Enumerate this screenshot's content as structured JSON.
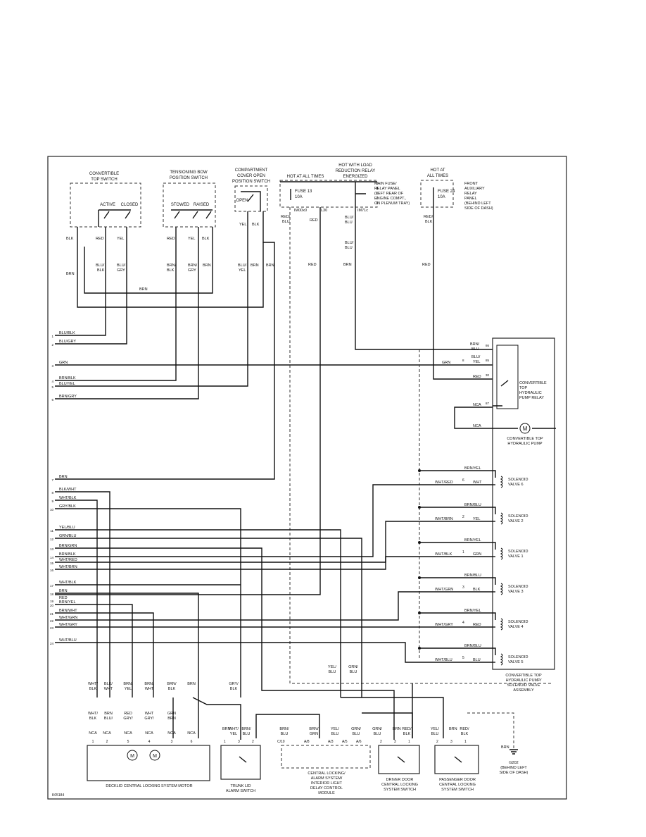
{
  "diagram": {
    "figure_id": "K05184",
    "fuses": {
      "fuse13": {
        "heading": "HOT AT ALL TIMES",
        "label": [
          "FUSE 13",
          "10A"
        ]
      },
      "load_relay": {
        "heading": [
          "HOT WITH LOAD",
          "REDUCTION RELAY",
          "ENERGIZED"
        ]
      },
      "main_panel": [
        "MAIN FUSE/",
        "RELAY PANEL",
        "(LEFT REAR OF",
        "ENGINE COMPT.,",
        "ON PLENUM TRAY)"
      ],
      "fuse24": {
        "heading": [
          "HOT AT",
          "ALL TIMES"
        ],
        "label": [
          "FUSE 24",
          "10A"
        ]
      },
      "aux_panel": [
        "FRONT",
        "AUXILIARY",
        "RELAY",
        "PANEL",
        "(BEHIND LEFT",
        "SIDE OF DASH)"
      ],
      "terminals": [
        "IM00x0",
        "L30",
        "IM71c"
      ]
    },
    "switches": {
      "convertible_top": {
        "title": [
          "CONVERTIBLE",
          "TOP SWITCH"
        ],
        "positions": [
          "ACTIVE",
          "CLOSED"
        ]
      },
      "tensioning_bow": {
        "title": [
          "TENSIONING BOW",
          "POSITION SWITCH"
        ],
        "positions": [
          "STOWED",
          "RAISED"
        ]
      },
      "compartment": {
        "title": [
          "COMPARTMENT",
          "COVER OPEN",
          "POSITION SWITCH"
        ],
        "positions": [
          "OPEN"
        ]
      }
    },
    "top_wire_labels": {
      "conv": [
        "BLK",
        "RED",
        "YEL"
      ],
      "tens": [
        "RED",
        "YEL",
        "BLK"
      ],
      "comp": [
        "YEL",
        "BLK"
      ],
      "conv_lower": [
        "BLU/",
        "BLK",
        "BLU/",
        "GRY"
      ],
      "tens_lower": [
        "BRN/",
        "BLK",
        "BRN/",
        "GRY",
        "BRN"
      ],
      "comp_lower": [
        "BLU/",
        "YEL",
        "BRN",
        "BRN"
      ],
      "fuse_wires": [
        "RED/",
        "BLU",
        "RED",
        "BLU/",
        "BLU",
        "BLU/",
        "BLU",
        "RED/",
        "BLK"
      ],
      "mid": [
        "BRN",
        "BRN",
        "RED",
        "BRN",
        "RED"
      ]
    },
    "left_pins": [
      {
        "n": "1",
        "c": "BLU/BLK"
      },
      {
        "n": "2",
        "c": "BLU/GRY"
      },
      {
        "n": "3",
        "c": "GRN"
      },
      {
        "n": "4",
        "c": "BRN/BLK"
      },
      {
        "n": "5",
        "c": "BLU/YEL"
      },
      {
        "n": "6",
        "c": "BRN/GRY"
      },
      {
        "n": "7",
        "c": "BRN"
      },
      {
        "n": "8",
        "c": "BLK/WHT"
      },
      {
        "n": "9",
        "c": "WHT/BLK"
      },
      {
        "n": "10",
        "c": "GRY/BLK"
      },
      {
        "n": "11",
        "c": "YEL/BLU"
      },
      {
        "n": "12",
        "c": "GRN/BLU"
      },
      {
        "n": "13",
        "c": "BRN/GRN"
      },
      {
        "n": "14",
        "c": "BRN/BLK"
      },
      {
        "n": "15",
        "c": "WHT/RED"
      },
      {
        "n": "16",
        "c": "WHT/BRN"
      },
      {
        "n": "17",
        "c": "WHT/BLK"
      },
      {
        "n": "18",
        "c": "BRN"
      },
      {
        "n": "19",
        "c": "RED"
      },
      {
        "n": "20",
        "c": "BRN/YEL"
      },
      {
        "n": "21",
        "c": "BRN/WHT"
      },
      {
        "n": "22",
        "c": "WHT/GRN"
      },
      {
        "n": "23",
        "c": "WHT/GRY"
      },
      {
        "n": "24",
        "c": "WHT/BLU"
      }
    ],
    "pump_relay": {
      "title": [
        "CONVERTIBLE",
        "TOP",
        "HYDRAULIC",
        "PUMP RELAY"
      ],
      "wires": [
        "BRN/",
        "BLU",
        "BLU/",
        "YEL",
        "GRN",
        "RED",
        "NCA",
        "NCA"
      ],
      "pins": [
        "86",
        "85",
        "30",
        "87",
        "8"
      ]
    },
    "pump": {
      "title": [
        "CONVERTIBLE TOP",
        "HYDRAULIC PUMP"
      ],
      "symbol": "M"
    },
    "valves": [
      {
        "name": [
          "SOLENOID",
          "VALVE 6"
        ],
        "top": "BRN/YEL",
        "left": "WHT/RED",
        "pin": "6",
        "right": "WHT"
      },
      {
        "name": [
          "SOLENOID",
          "VALVE 2"
        ],
        "top": "BRN/BLU",
        "left": "WHT/BRN",
        "pin": "2",
        "right": "YEL"
      },
      {
        "name": [
          "SOLENOID",
          "VALVE 1"
        ],
        "top": "BRN/YEL",
        "left": "WHT/BLK",
        "pin": "1",
        "right": "GRN"
      },
      {
        "name": [
          "SOLENOID",
          "VALVE 3"
        ],
        "top": "BRN/BLU",
        "left": "WHT/GRN",
        "pin": "3",
        "right": "BLK"
      },
      {
        "name": [
          "SOLENOID",
          "VALVE 4"
        ],
        "top": "BRN/YEL",
        "left": "WHT/GRY",
        "pin": "4",
        "right": "RED"
      },
      {
        "name": [
          "SOLENOID",
          "VALVE 5"
        ],
        "top": "BRN/BLU",
        "left": "WHT/BLU",
        "pin": "5",
        "right": "BLU"
      }
    ],
    "valve_assembly": [
      "CONVERTIBLE TOP",
      "HYDRAULIC PUMP/",
      "SOLENOID VALVE",
      "ASSEMBLY"
    ],
    "bottom": {
      "decklid_upper": [
        "WHT/",
        "BLK",
        "BLK/",
        "WHT",
        "BRN/",
        "YEL",
        "BRN/",
        "WHT",
        "BRN/",
        "BLK",
        "BRN"
      ],
      "decklid_lower": [
        "WHT/",
        "BLK",
        "BRN",
        "BLU/",
        "RED",
        "GRY/",
        "WHT",
        "GRY/",
        "GRN",
        "BRN"
      ],
      "decklid_nca": [
        "NCA",
        "NCA",
        "NCA",
        "NCA",
        "NCA",
        "NCA"
      ],
      "decklid_pins": [
        "1",
        "2",
        "5",
        "4",
        "3",
        "6"
      ],
      "decklid_motor": "M",
      "decklid_title": "DECKLID CENTRAL LOCKING SYSTEM MOTOR",
      "trunk_upper": [
        "GRY/",
        "BLK"
      ],
      "trunk_lower": [
        "BRN",
        "WHT/",
        "YEL",
        "BRN/",
        "BLU"
      ],
      "trunk_pins": [
        "1",
        "3",
        "2"
      ],
      "trunk_title": [
        "TRUNK LID",
        "ALARM SWITCH"
      ],
      "module_upper": [
        "YEL/",
        "BLU",
        "GRN/",
        "BLU"
      ],
      "module_lower": [
        "BRN/",
        "BLU",
        "BRN/",
        "GRN",
        "YEL/",
        "BLU",
        "GRN/",
        "BLU"
      ],
      "module_pins": [
        "C/10",
        "A/8",
        "A/3",
        "A/5",
        "A/6"
      ],
      "module_title": [
        "CENTRAL LOCKING/",
        "ALARM SYSTEM/",
        "INTERIOR LIGHT",
        "DELAY CONTROL",
        "MODULE"
      ],
      "driver_lower": [
        "GRN/",
        "BLU",
        "BRN",
        "RED/",
        "BLK"
      ],
      "driver_pins": [
        "2",
        "3",
        "1"
      ],
      "driver_title": [
        "DRIVER DOOR",
        "CENTRAL LOCKING",
        "SYSTEM SWITCH"
      ],
      "pass_lower": [
        "YEL/",
        "BLU",
        "BRN",
        "RED/",
        "BLK"
      ],
      "pass_pins": [
        "2",
        "3",
        "1"
      ],
      "pass_title": [
        "PASSENGER DOOR",
        "CENTRAL LOCKING",
        "SYSTEM SWITCH"
      ],
      "ground_wire": "BRN",
      "ground": [
        "G202",
        "(BEHIND LEFT",
        "SIDE OF DASH)"
      ]
    }
  }
}
